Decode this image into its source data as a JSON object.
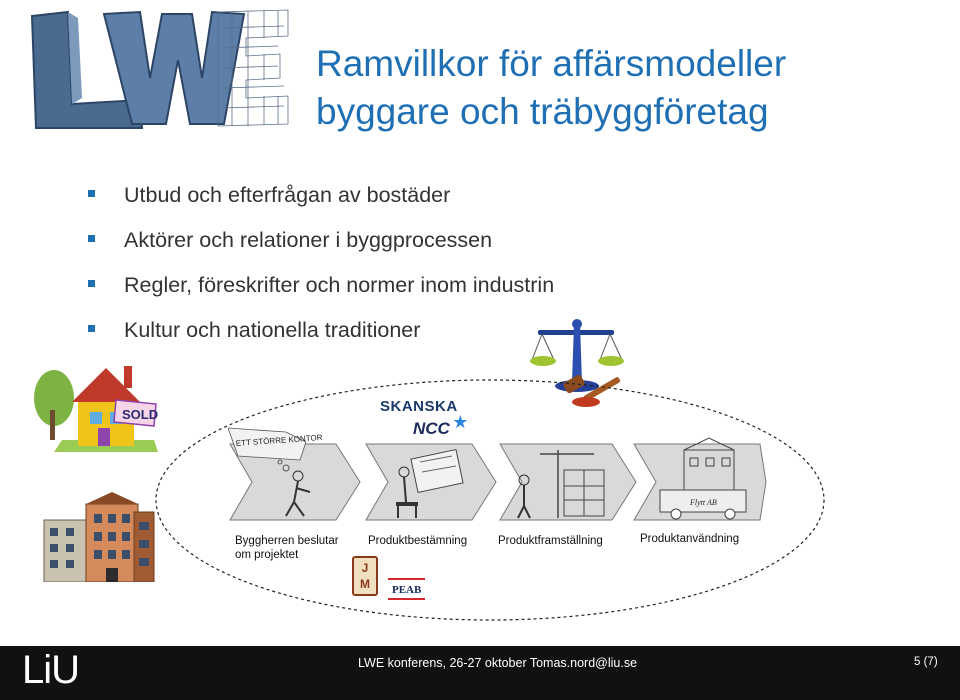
{
  "slide": {
    "title_line1": "Ramvillkor för affärsmodeller",
    "title_line2": "byggare och träbyggföretag"
  },
  "bullets": [
    "Utbud och efterfrågan av bostäder",
    "Aktörer och relationer i byggprocessen",
    "Regler, föreskrifter och normer inom industrin",
    "Kultur och nationella traditioner"
  ],
  "logos": {
    "header": "LWE",
    "skanska": "SKANSKA",
    "ncc": "NCC",
    "jm": "JM",
    "peab": "PEAB",
    "footer": "LiU"
  },
  "illustrations": {
    "sold_sign": "SOLD",
    "kontor_sign": "ETT STÖRRE KONTOR",
    "truck_text": "Flytt AB"
  },
  "stages": [
    {
      "label": "Byggherren beslutar om projektet"
    },
    {
      "label": "Produktbestämning"
    },
    {
      "label": "Produktframställning"
    },
    {
      "label": "Produktanvändning"
    }
  ],
  "footer": {
    "text": "LWE konferens, 26-27 oktober Tomas.nord@liu.se",
    "page": "5 (7)"
  },
  "colors": {
    "title": "#1f6fb5",
    "bullet": "#1f6fb5",
    "footer_bg": "#111111"
  }
}
